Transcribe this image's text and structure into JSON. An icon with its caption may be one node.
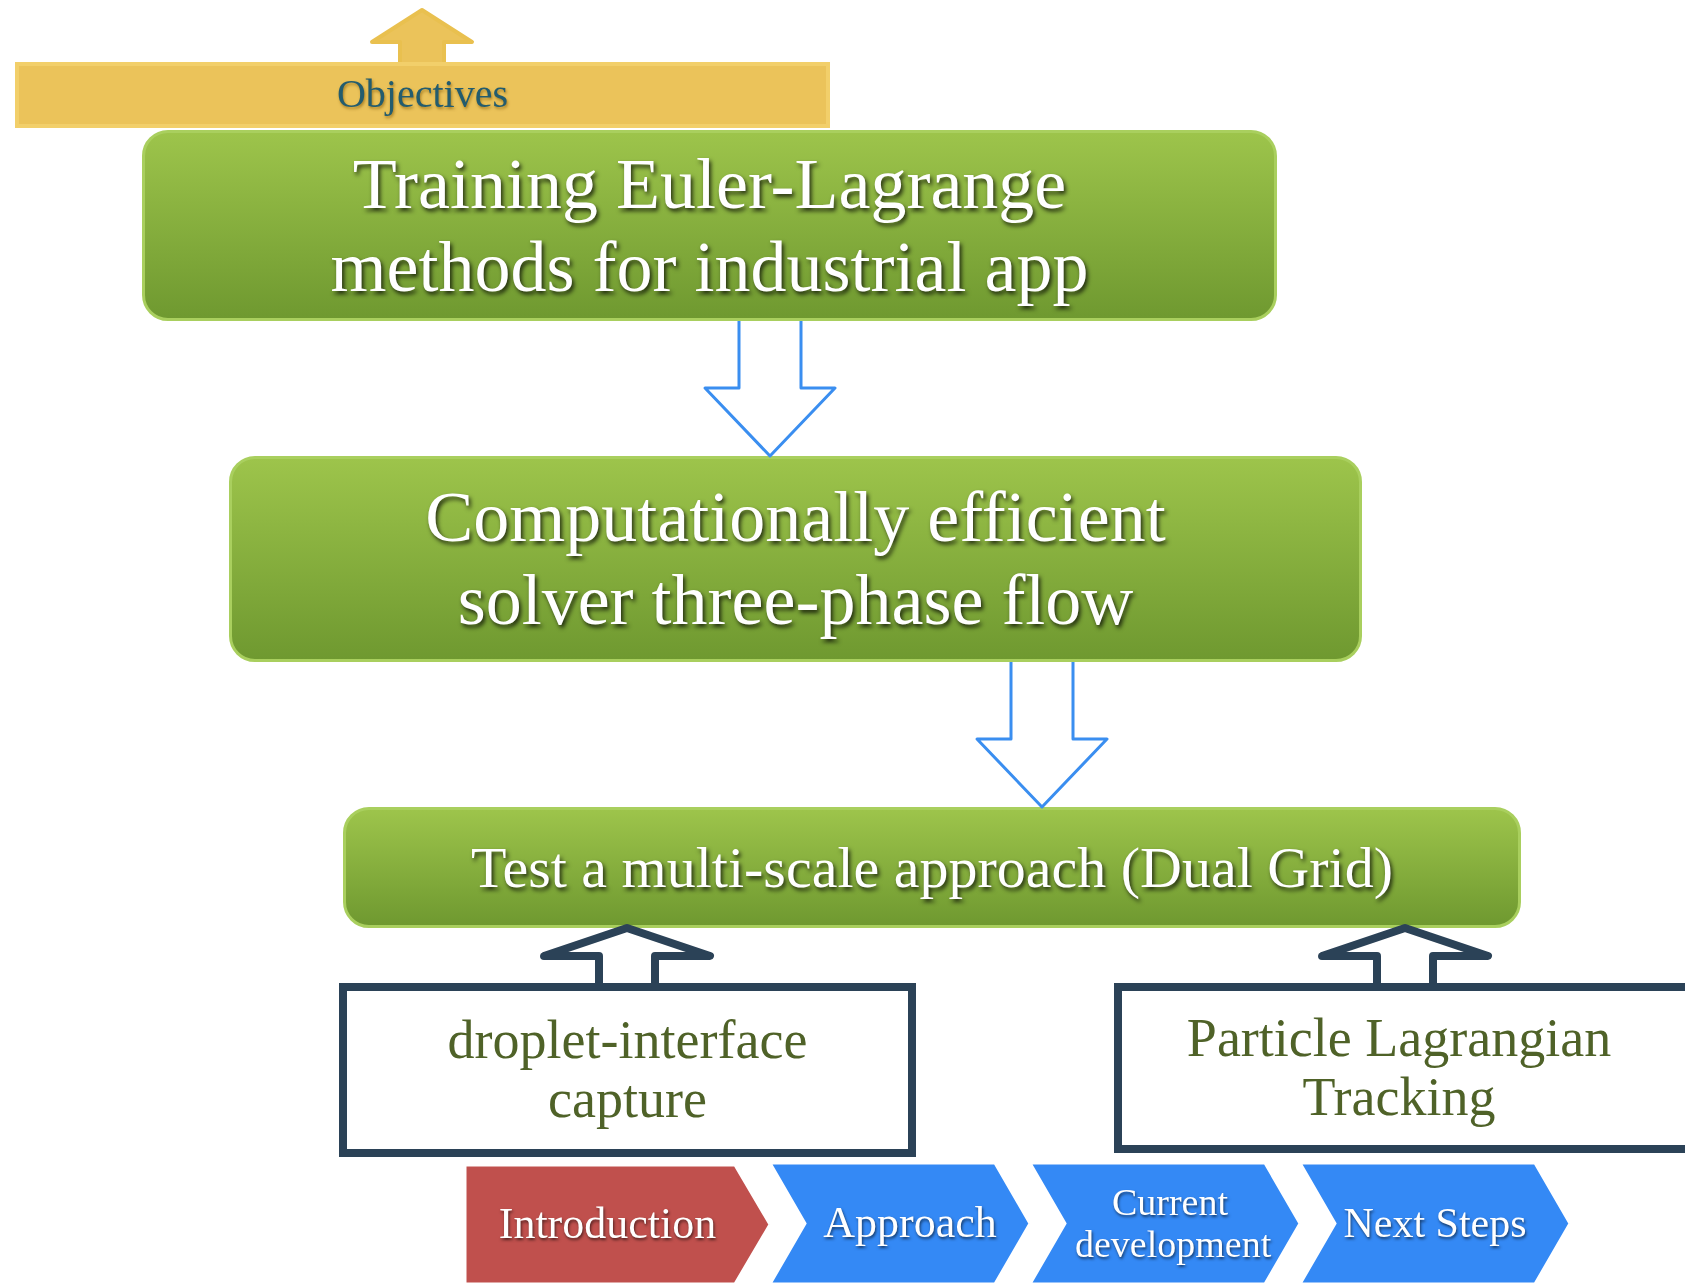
{
  "diagram": {
    "nodes": [
      {
        "text": [
          "Objectives"
        ]
      },
      {
        "text": [
          "Training Euler-Lagrange methods for industrial app"
        ]
      },
      {
        "text": [
          "Computationally efficient solver three-phase flow"
        ]
      },
      {
        "text": [
          "Test a multi-scale approach (Dual Grid)"
        ]
      },
      {
        "text": [
          "droplet-interface capture"
        ]
      },
      {
        "text": [
          "Particle Lagrangian Tracking"
        ]
      },
      {
        "text": [
          "Introduction"
        ]
      },
      {
        "text": [
          "Approach"
        ]
      },
      {
        "text": [
          "Current development"
        ]
      },
      {
        "text": [
          "Next Steps"
        ]
      }
    ],
    "edges": [
      {
        "from": 0,
        "to": null,
        "arrow": "to",
        "color": "#e9c04f"
      },
      {
        "from": 1,
        "to": 2,
        "arrow": "to",
        "color": "#3a8ef0"
      },
      {
        "from": 2,
        "to": 3,
        "arrow": "to",
        "color": "#3a8ef0"
      },
      {
        "from": 4,
        "to": 3,
        "arrow": "to",
        "color": "#2b4257"
      },
      {
        "from": 5,
        "to": 3,
        "arrow": "to",
        "color": "#2b4257"
      }
    ]
  }
}
